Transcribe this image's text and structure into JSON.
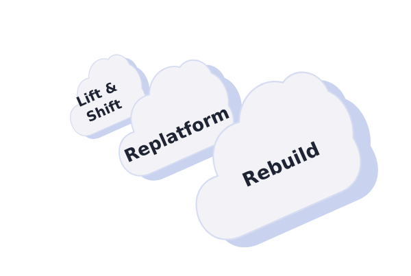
{
  "colors": {
    "background": "#ffffff",
    "cloud_face": "#f3f3f7",
    "cloud_side": "#c9d2ee",
    "cloud_outline": "#d6dcf1",
    "text": "#1e2433"
  },
  "clouds": [
    {
      "label_lines": [
        "Lift &",
        "Shift"
      ]
    },
    {
      "label_lines": [
        "Replatform"
      ]
    },
    {
      "label_lines": [
        "Rebuild"
      ]
    }
  ]
}
